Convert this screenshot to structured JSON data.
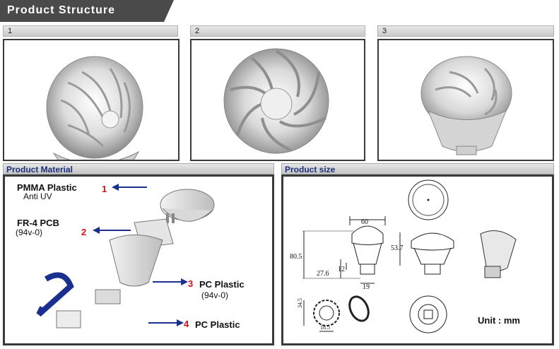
{
  "header": {
    "title": "Product  Structure"
  },
  "views": [
    {
      "number": "1"
    },
    {
      "number": "2"
    },
    {
      "number": "3"
    }
  ],
  "material": {
    "heading": "Product Material",
    "items": [
      {
        "number": "1",
        "name": "PMMA Plastic",
        "note": "Anti UV"
      },
      {
        "number": "2",
        "name": "FR-4  PCB",
        "note": "(94v-0)"
      },
      {
        "number": "3",
        "name": "PC Plastic",
        "note": "(94v-0)"
      },
      {
        "number": "4",
        "name": "PC Plastic",
        "note": ""
      }
    ]
  },
  "size": {
    "heading": "Product size",
    "dims": {
      "width_top": "60",
      "height_total": "80.5",
      "height_right": "53.7",
      "height_mid": "27.6",
      "height_small": "12",
      "base_width": "19",
      "pcb_height": "34.5",
      "pcb_width": "18.5"
    },
    "unit": "Unit : mm"
  },
  "colors": {
    "header_bg": "#4a4a4a",
    "section_text": "#1a2f7a",
    "accent_red": "#d0101a",
    "arrow": "#1b2f8f"
  }
}
